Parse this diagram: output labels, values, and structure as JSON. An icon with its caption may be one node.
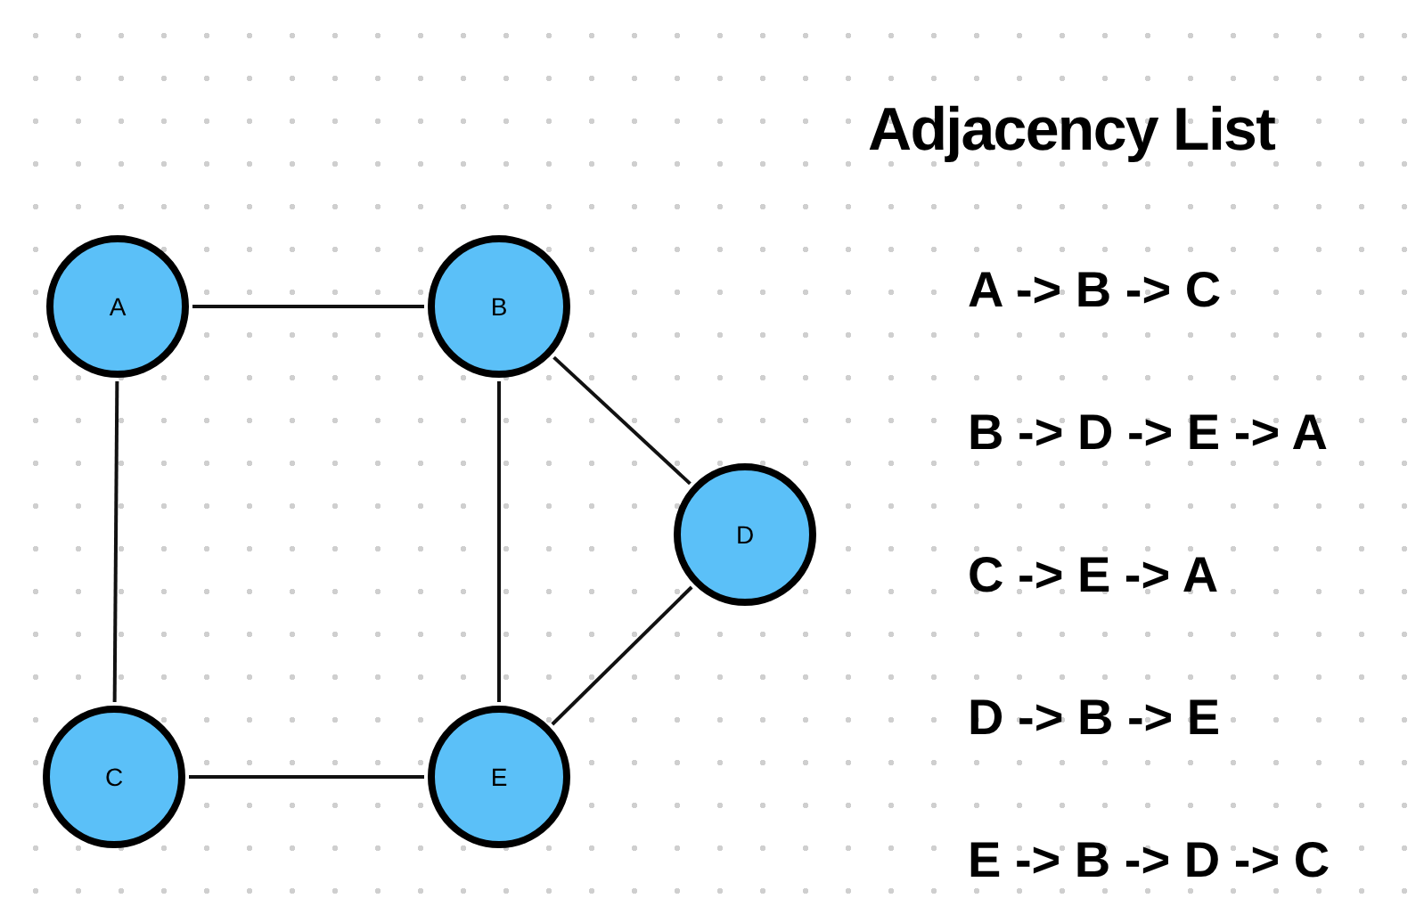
{
  "diagram": {
    "title": "Adjacency List",
    "nodes": [
      {
        "text": [
          "A"
        ]
      },
      {
        "text": [
          "B"
        ]
      },
      {
        "text": [
          "D"
        ]
      },
      {
        "text": [
          "C"
        ]
      },
      {
        "text": [
          "E"
        ]
      }
    ],
    "edges": [
      {
        "from": 0,
        "to": 1,
        "arrow": "none"
      },
      {
        "from": 0,
        "to": 3,
        "arrow": "none"
      },
      {
        "from": 1,
        "to": 4,
        "arrow": "none"
      },
      {
        "from": 1,
        "to": 2,
        "arrow": "none"
      },
      {
        "from": 3,
        "to": 4,
        "arrow": "none"
      },
      {
        "from": 4,
        "to": 2,
        "arrow": "none"
      }
    ],
    "labels": [
      "A -> B -> C",
      "B -> D -> E -> A",
      "C -> E -> A",
      "D -> B -> E",
      "E -> B -> D -> C"
    ]
  }
}
